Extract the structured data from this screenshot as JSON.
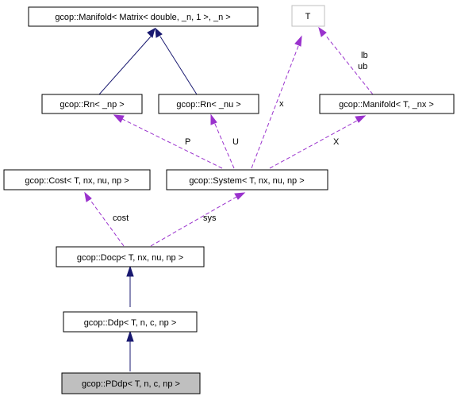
{
  "nodes": {
    "manifold_matrix": "gcop::Manifold< Matrix< double, _n, 1 >, _n >",
    "T": "T",
    "rn_np": "gcop::Rn< _np >",
    "rn_nu": "gcop::Rn< _nu >",
    "manifold_T": "gcop::Manifold< T, _nx >",
    "cost": "gcop::Cost< T, nx, nu, np >",
    "system": "gcop::System< T, nx, nu, np >",
    "docp": "gcop::Docp< T, nx, nu, np >",
    "ddp": "gcop::Ddp< T, n, c, np >",
    "pddp": "gcop::PDdp< T, n, c, np >"
  },
  "edge_labels": {
    "x": "x",
    "lb": "lb",
    "ub": "ub",
    "P": "P",
    "U": "U",
    "X": "X",
    "cost": "cost",
    "sys": "sys"
  },
  "colors": {
    "inheritance": "#191970",
    "usage": "#9a32cd",
    "current_fill": "#bfbfbf"
  }
}
